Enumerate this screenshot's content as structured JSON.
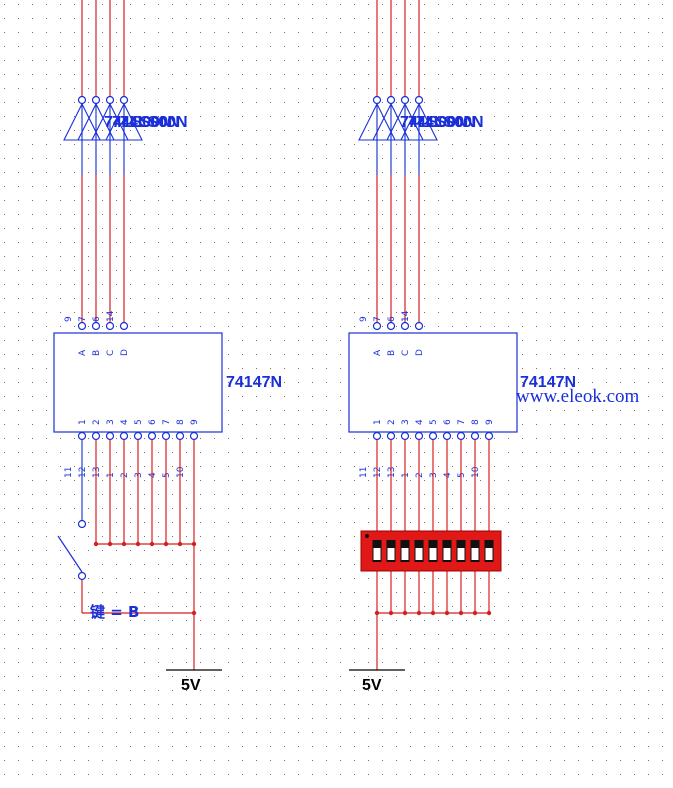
{
  "chip_label": "74147N",
  "buffer_label": "74LS00N",
  "power_label": "5V",
  "switch_label": "键 = B",
  "watermark": "www.eleok.com",
  "pins_top": [
    "9",
    "7",
    "6",
    "14"
  ],
  "pins_input_names": [
    "A",
    "B",
    "C",
    "D"
  ],
  "pins_bottom": [
    "1",
    "2",
    "3",
    "4",
    "5",
    "6",
    "7",
    "8",
    "9"
  ],
  "pins_below": [
    "11",
    "12",
    "13",
    "1",
    "2",
    "3",
    "4",
    "5",
    "10"
  ],
  "colors": {
    "wire_red": "#d42020",
    "wire_blue": "#2040d0",
    "component_blue": "#1a2fd8",
    "grid_dot": "#606060",
    "dip_switch_red": "#e01818",
    "ground": "#000000"
  }
}
